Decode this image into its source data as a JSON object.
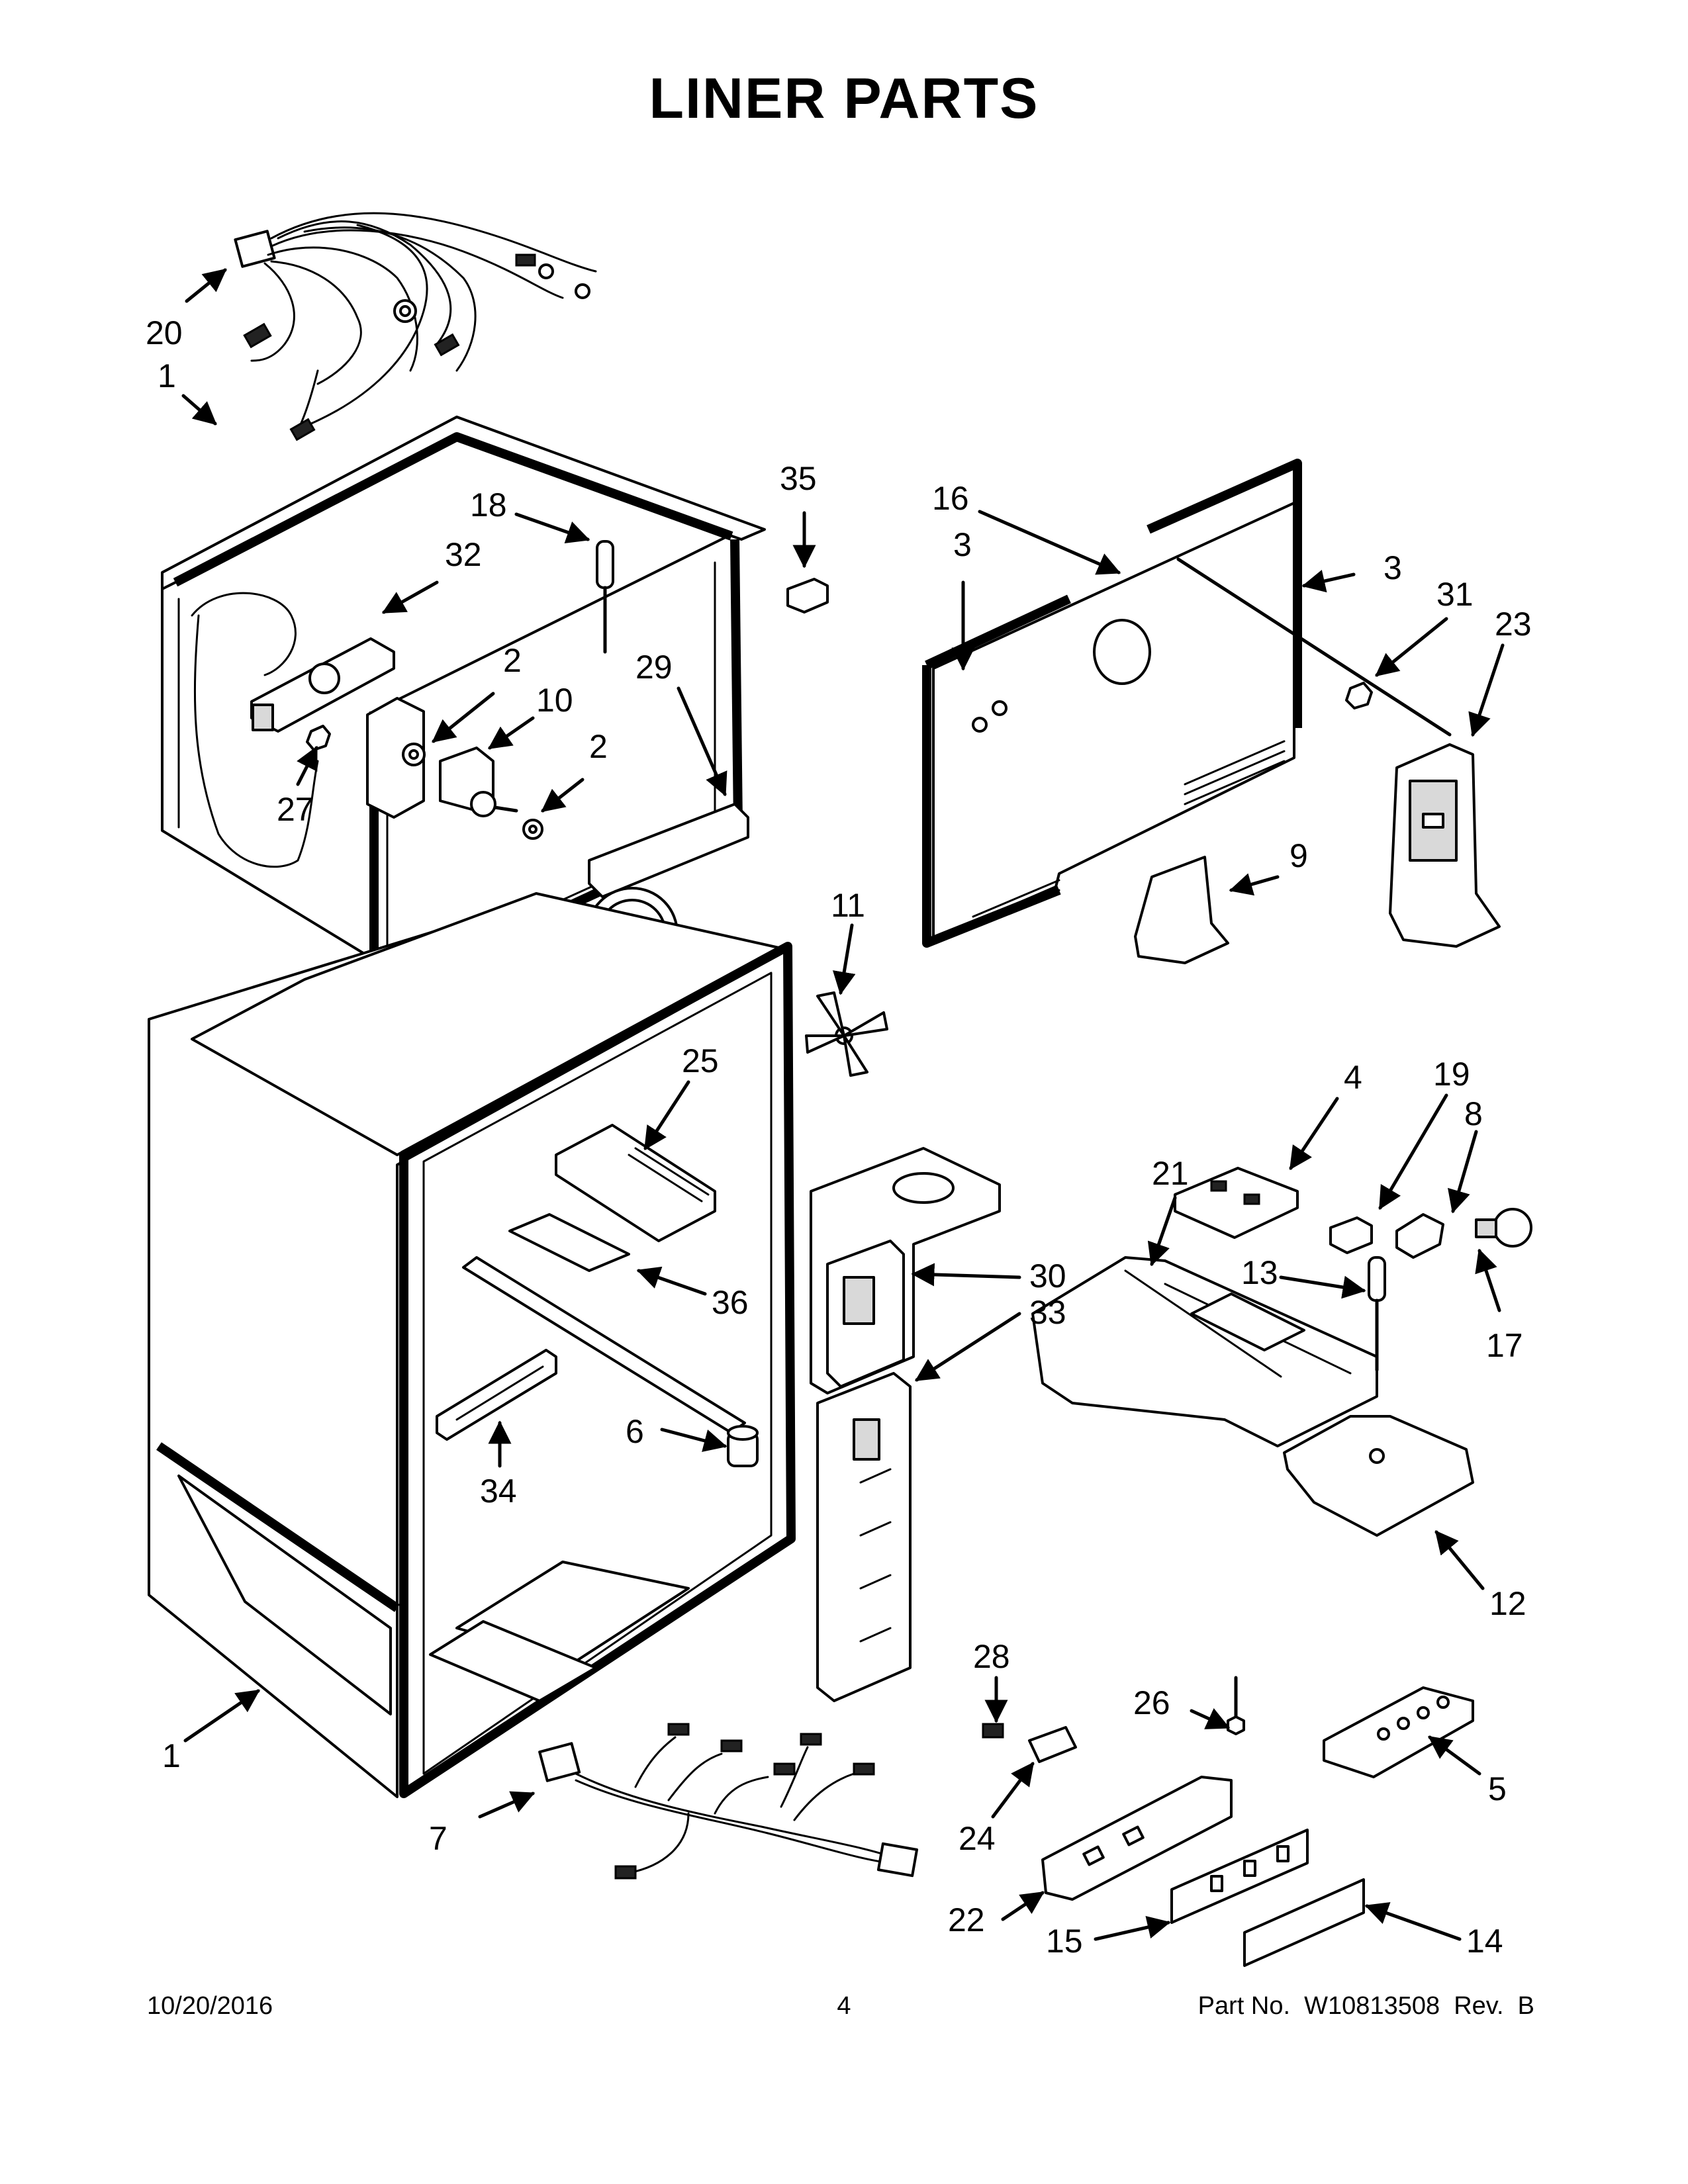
{
  "page": {
    "title": "LINER PARTS",
    "footer_date": "10/20/2016",
    "footer_page": "4",
    "footer_part": "Part No.  W10813508  Rev.  B"
  },
  "callouts": [
    {
      "id": "c20",
      "label": "20"
    },
    {
      "id": "c1a",
      "label": "1"
    },
    {
      "id": "c18",
      "label": "18"
    },
    {
      "id": "c35",
      "label": "35"
    },
    {
      "id": "c16",
      "label": "16"
    },
    {
      "id": "c32",
      "label": "32"
    },
    {
      "id": "c3a",
      "label": "3"
    },
    {
      "id": "c3b",
      "label": "3"
    },
    {
      "id": "c31",
      "label": "31"
    },
    {
      "id": "c23",
      "label": "23"
    },
    {
      "id": "c2a",
      "label": "2"
    },
    {
      "id": "c29",
      "label": "29"
    },
    {
      "id": "c10",
      "label": "10"
    },
    {
      "id": "c2b",
      "label": "2"
    },
    {
      "id": "c27",
      "label": "27"
    },
    {
      "id": "c9",
      "label": "9"
    },
    {
      "id": "c11",
      "label": "11"
    },
    {
      "id": "c4",
      "label": "4"
    },
    {
      "id": "c19",
      "label": "19"
    },
    {
      "id": "c25",
      "label": "25"
    },
    {
      "id": "c8",
      "label": "8"
    },
    {
      "id": "c21",
      "label": "21"
    },
    {
      "id": "c30",
      "label": "30"
    },
    {
      "id": "c36",
      "label": "36"
    },
    {
      "id": "c33",
      "label": "33"
    },
    {
      "id": "c13",
      "label": "13"
    },
    {
      "id": "c17",
      "label": "17"
    },
    {
      "id": "c6",
      "label": "6"
    },
    {
      "id": "c34",
      "label": "34"
    },
    {
      "id": "c12",
      "label": "12"
    },
    {
      "id": "c28",
      "label": "28"
    },
    {
      "id": "c26",
      "label": "26"
    },
    {
      "id": "c1b",
      "label": "1"
    },
    {
      "id": "c5",
      "label": "5"
    },
    {
      "id": "c7",
      "label": "7"
    },
    {
      "id": "c24",
      "label": "24"
    },
    {
      "id": "c22",
      "label": "22"
    },
    {
      "id": "c15",
      "label": "15"
    },
    {
      "id": "c14",
      "label": "14"
    }
  ]
}
